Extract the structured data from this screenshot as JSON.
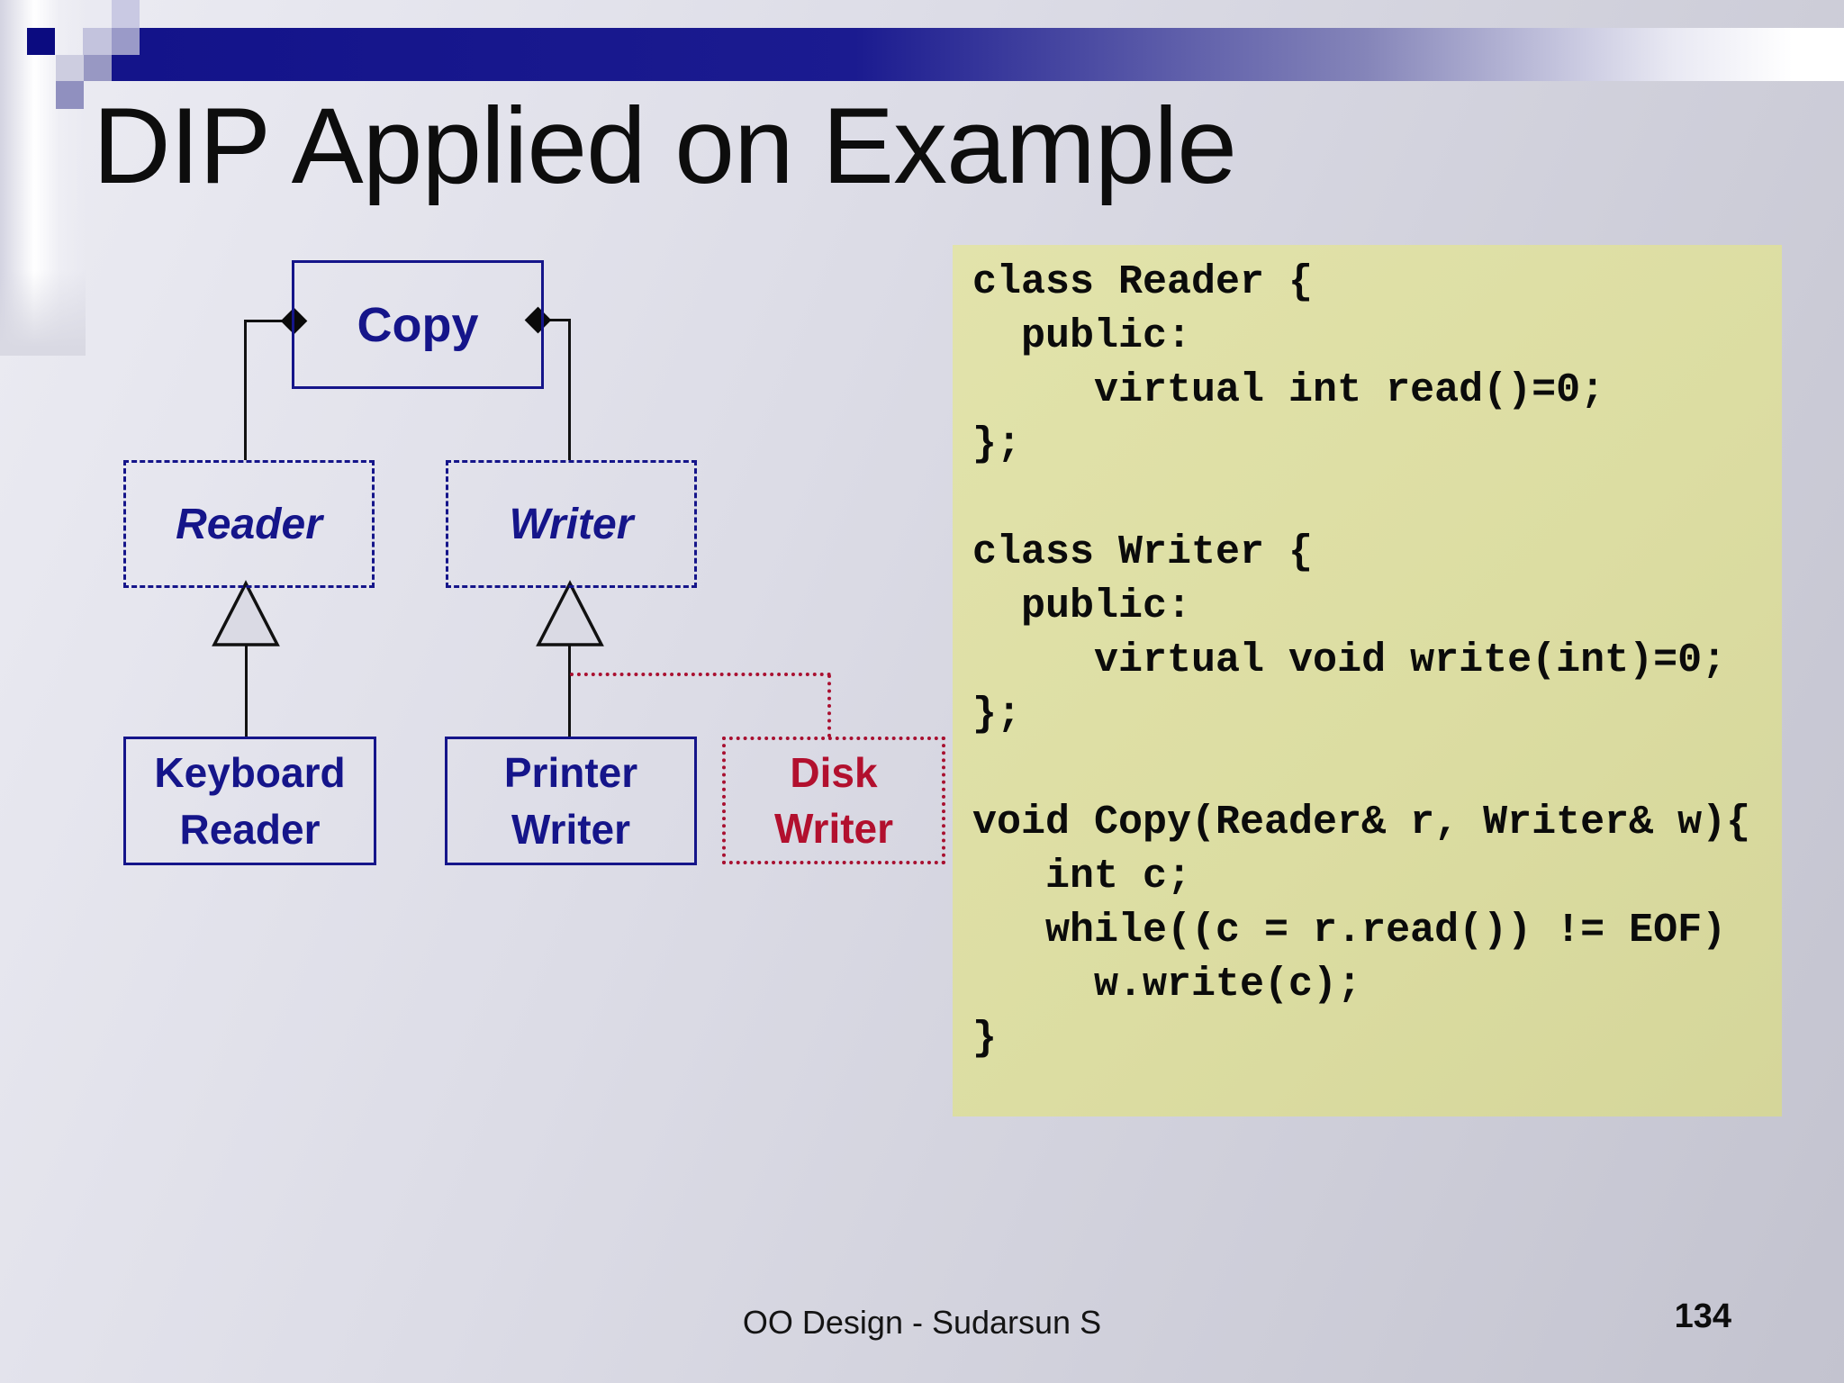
{
  "slide": {
    "title": "DIP Applied on Example",
    "footer": "OO Design - Sudarsun S",
    "page_number": "134"
  },
  "diagram": {
    "copy_label": "Copy",
    "reader_label": "Reader",
    "writer_label": "Writer",
    "keyboard_reader_label": [
      "Keyboard",
      "Reader"
    ],
    "printer_writer_label": [
      "Printer",
      "Writer"
    ],
    "disk_writer_label": [
      "Disk",
      "Writer"
    ],
    "colors": {
      "navy": "#15158a",
      "red": "#b2102e",
      "line_black": "#111111",
      "code_background": "#dfe0a6",
      "bar_navy": "#13138a"
    }
  },
  "code": {
    "lines": [
      "class Reader {",
      "  public:",
      "     virtual int read()=0;",
      "};",
      "",
      "class Writer {",
      "  public:",
      "     virtual void write(int)=0;",
      "};",
      "",
      "void Copy(Reader& r, Writer& w){",
      "   int c;",
      "   while((c = r.read()) != EOF)",
      "     w.write(c);",
      "}"
    ]
  }
}
